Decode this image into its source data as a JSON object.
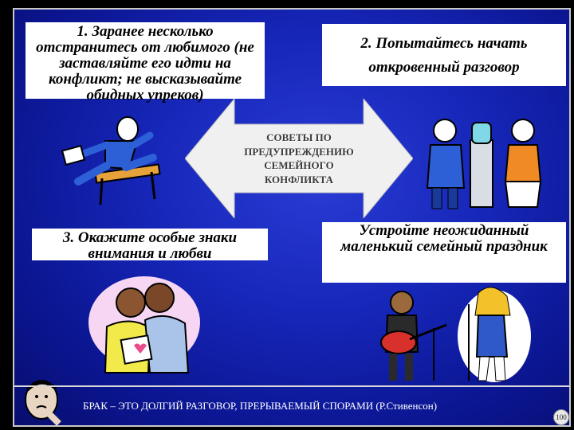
{
  "tips": [
    {
      "text": "1. Заранее несколько отстранитесь от любимого (не заставляйте его идти на конфликт; не высказывайте обидных упреков)"
    },
    {
      "text": "2. Попытайтесь начать откровенный разговор"
    },
    {
      "text": "3. Окажите особые знаки внимания и любви"
    },
    {
      "text": "Устройте неожиданный маленький семейный праздник"
    }
  ],
  "center_title": {
    "line1": "СОВЕТЫ ПО",
    "line2": "ПРЕДУПРЕЖДЕНИЮ",
    "line3": "СЕМЕЙНОГО",
    "line4": "КОНФЛИКТА"
  },
  "quote": "БРАК – ЭТО ДОЛГИЙ РАЗГОВОР, ПРЕРЫВАЕМЫЙ СПОРАМИ (Р.Стивенсон)",
  "page_number": "100",
  "colors": {
    "background": "#1626b8",
    "card": "#ffffff",
    "arrow": "#f0f0f0"
  },
  "icons": [
    "running-man-icon",
    "water-cooler-talk-icon",
    "couple-card-icon",
    "musicians-icon",
    "thinking-man-icon"
  ]
}
